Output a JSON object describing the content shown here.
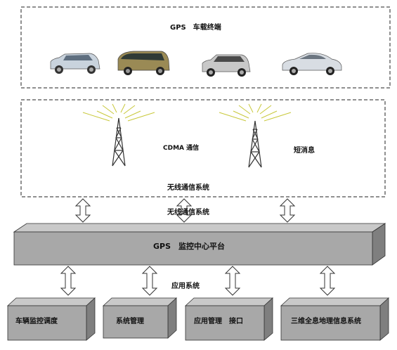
{
  "gps_terminal": {
    "title": "GPS　车载终端"
  },
  "comm_panel": {
    "cdma_label": "CDMA 通信",
    "sms_label": "短消息",
    "bottom_label": "无线通信系统"
  },
  "link_label": "无线通信系统",
  "platform": {
    "label": "GPS　监控中心平台"
  },
  "app_label": "应用系统",
  "app_boxes": [
    {
      "label": "车辆监控调度"
    },
    {
      "label": "系统管理"
    },
    {
      "label": "应用管理　接口"
    },
    {
      "label": "三维全息地理信息系统"
    }
  ],
  "colors": {
    "box_front": "#a8a8a8",
    "box_top": "#c9c9c9",
    "box_side": "#7f7f7f",
    "signal": "#c8c83a"
  }
}
